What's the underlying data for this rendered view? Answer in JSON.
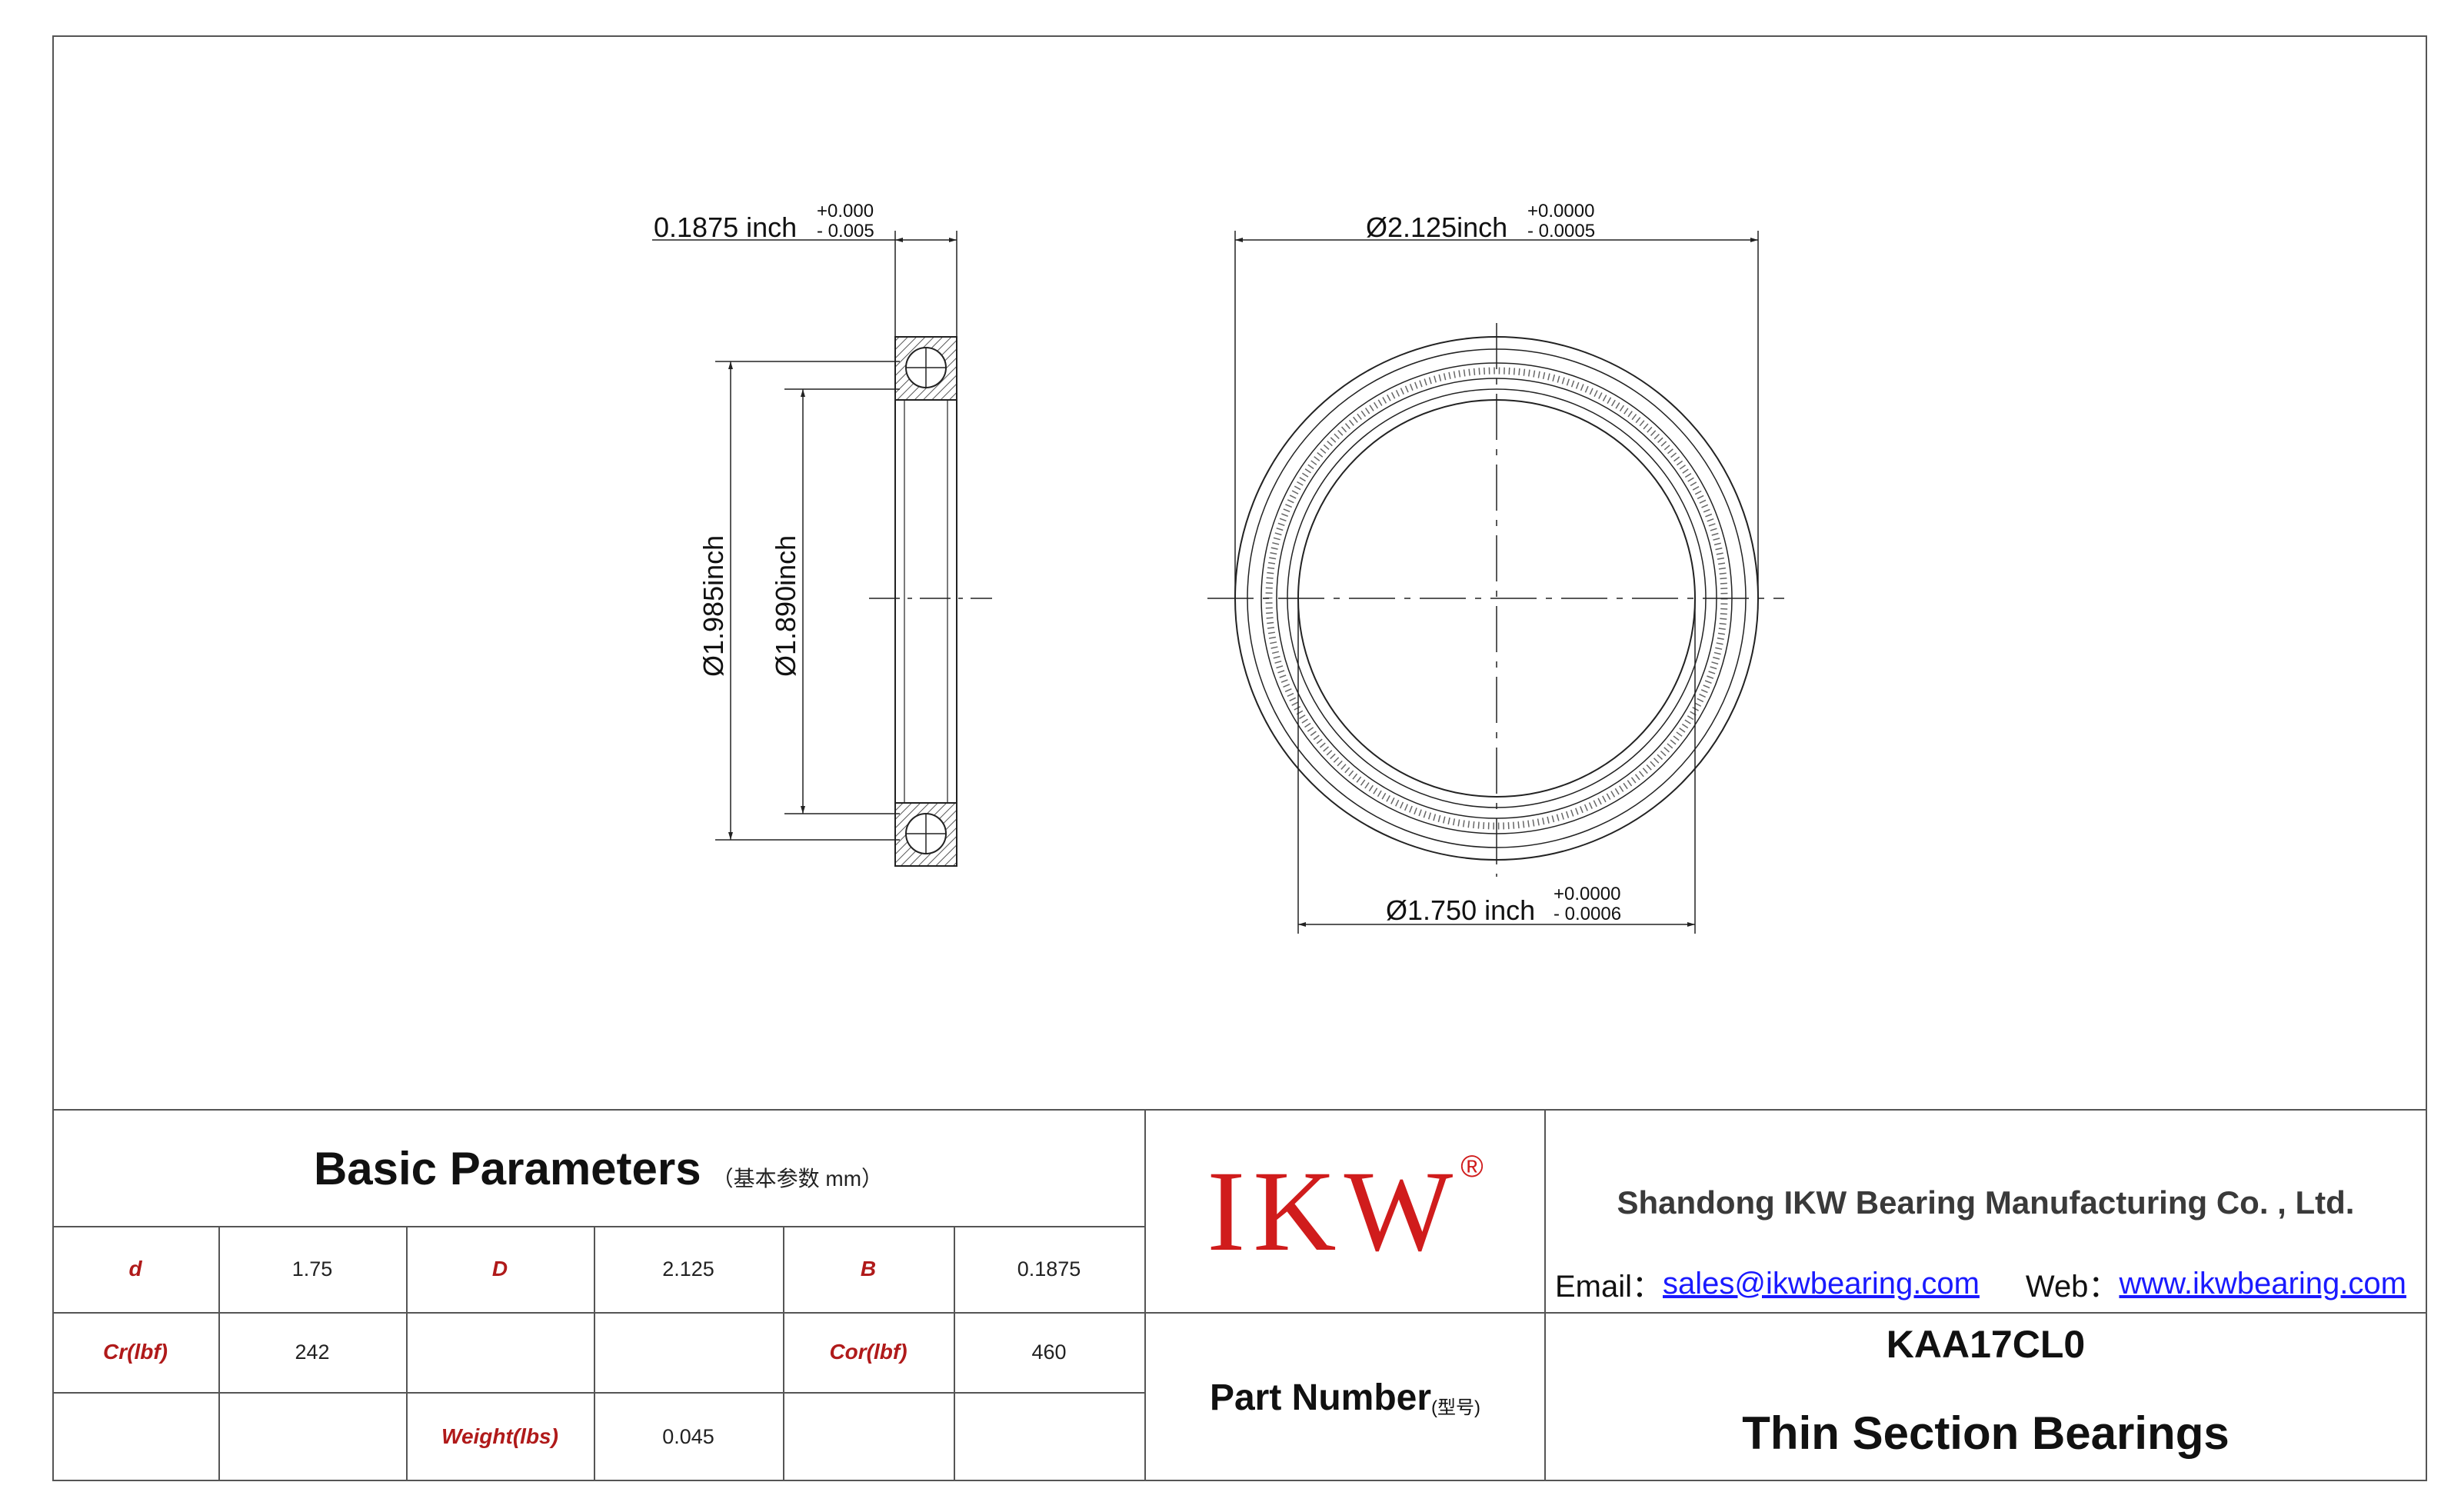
{
  "drawing": {
    "side_width": {
      "main": "0.1875 inch",
      "tol_upper": "+0.000",
      "tol_lower": "- 0.005"
    },
    "outer_race_dia": "Ø1.985inch",
    "inner_race_dia": "Ø1.890inch",
    "outer_dia": {
      "main": "Ø2.125inch",
      "tol_upper": "+0.0000",
      "tol_lower": "- 0.0005"
    },
    "bore_dia": {
      "main": "Ø1.750 inch",
      "tol_upper": "+0.0000",
      "tol_lower": "- 0.0006"
    }
  },
  "basic_parameters": {
    "title": "Basic Parameters",
    "subtitle": "（基本参数 mm）",
    "rows": [
      [
        {
          "label": "d"
        },
        {
          "value": "1.75"
        },
        {
          "label": "D"
        },
        {
          "value": "2.125"
        },
        {
          "label": "B"
        },
        {
          "value": "0.1875"
        }
      ],
      [
        {
          "label": "Cr(lbf)"
        },
        {
          "value": "242"
        },
        {
          "label": ""
        },
        {
          "value": ""
        },
        {
          "label": "Cor(lbf)"
        },
        {
          "value": "460"
        }
      ],
      [
        {
          "label": ""
        },
        {
          "value": ""
        },
        {
          "label": "Weight(lbs)"
        },
        {
          "value": "0.045"
        },
        {
          "label": ""
        },
        {
          "value": ""
        }
      ]
    ]
  },
  "logo": {
    "text": "IKW",
    "reg": "®",
    "color": "#d01c1c"
  },
  "company": {
    "name": "Shandong IKW Bearing Manufacturing Co. , Ltd.",
    "email_label": "Email：",
    "email": "sales@ikwbearing.com",
    "web_label": "Web：",
    "web": "www.ikwbearing.com"
  },
  "part": {
    "label": "Part Number",
    "label_sub": "(型号)",
    "number": "KAA17CL0",
    "product": "Thin Section Bearings"
  }
}
